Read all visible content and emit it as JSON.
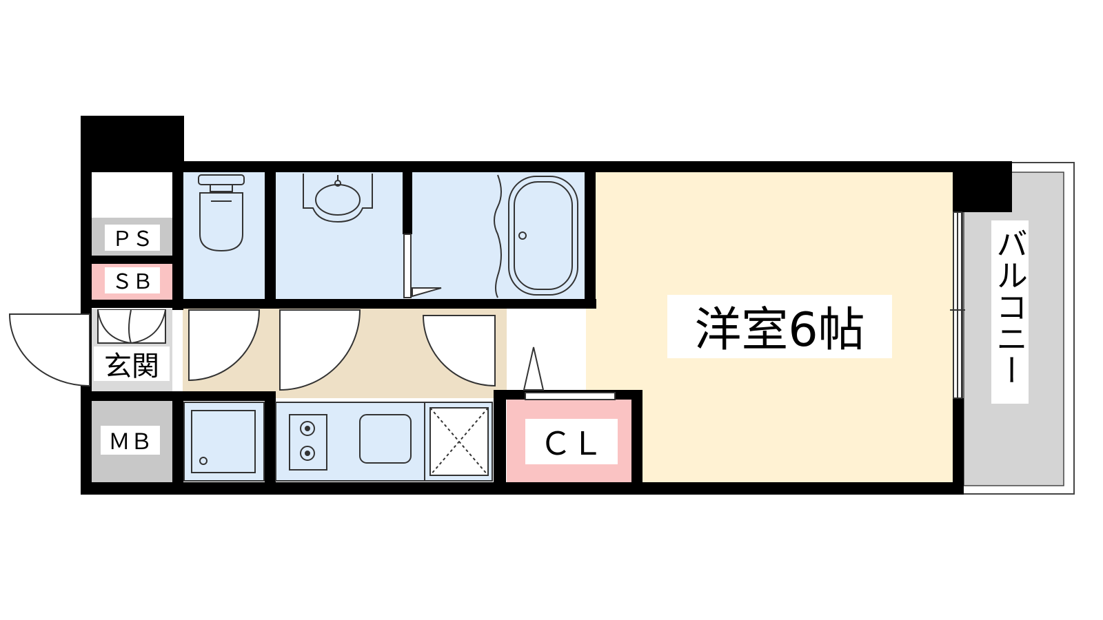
{
  "floor_plan": {
    "rooms": {
      "western_room": {
        "label": "洋室6帖",
        "color": "#FFF2D3"
      },
      "closet": {
        "label": "ＣＬ",
        "color": "#FAC3C3"
      },
      "entrance": {
        "label": "玄関",
        "color": "#DADADA"
      },
      "pipe_space": {
        "label": "ＰＳ",
        "color": "#C8C8C8"
      },
      "shoe_box": {
        "label": "ＳＢ",
        "color": "#FAC3C3"
      },
      "meter_box": {
        "label": "ＭＢ",
        "color": "#C8C8C8"
      },
      "balcony": {
        "label": "バルコニー",
        "color": "#D4D4D4"
      }
    },
    "colors": {
      "wall": "#000000",
      "water_area": "#DCEBFA",
      "corridor": "#EEE0C6"
    }
  }
}
